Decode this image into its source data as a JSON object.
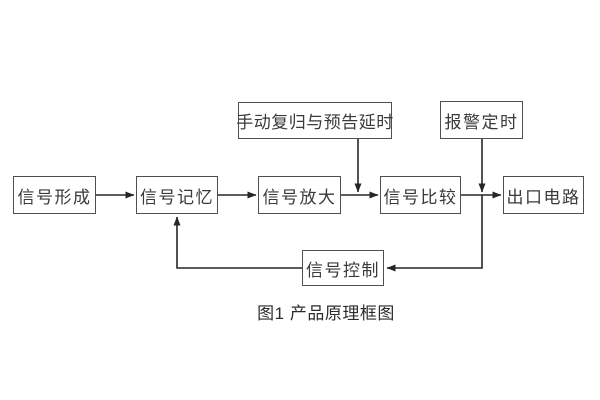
{
  "colors": {
    "background": "#ffffff",
    "line": "#262626",
    "box_border": "#4f4f4f",
    "box_text": "#3a3a3a",
    "caption_text": "#2b2b2b"
  },
  "diagram": {
    "caption": "图1 产品原理框图",
    "nodes": {
      "signal_formation": {
        "label": "信号形成"
      },
      "signal_memory": {
        "label": "信号记忆"
      },
      "signal_amplify": {
        "label": "信号放大"
      },
      "signal_compare": {
        "label": "信号比较"
      },
      "outlet_circuit": {
        "label": "出口电路"
      },
      "manual_reset_delay": {
        "label": "手动复归与预告延时"
      },
      "alarm_timing": {
        "label": "报警定时"
      },
      "signal_control": {
        "label": "信号控制"
      }
    },
    "connections": [
      {
        "from": "信号形成",
        "to": "信号记忆",
        "style": "arrow-right"
      },
      {
        "from": "信号记忆",
        "to": "信号放大",
        "style": "arrow-right"
      },
      {
        "from": "信号放大",
        "to": "信号比较",
        "style": "arrow-right"
      },
      {
        "from": "信号比较",
        "to": "出口电路",
        "style": "arrow-right"
      },
      {
        "from": "手动复归与预告延时",
        "to": "信号放大→信号比较连线",
        "style": "arrow-down"
      },
      {
        "from": "报警定时",
        "to": "信号比较→出口电路连线",
        "style": "arrow-down"
      },
      {
        "from": "信号比较→出口电路连线",
        "to": "信号控制",
        "style": "down-then-left-arrow"
      },
      {
        "from": "信号控制",
        "to": "信号记忆",
        "style": "left-then-up-arrow"
      }
    ]
  }
}
